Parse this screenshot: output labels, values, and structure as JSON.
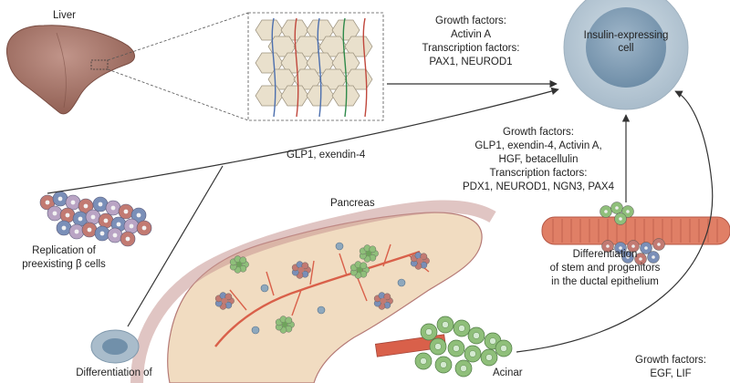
{
  "liver": {
    "label": "Liver"
  },
  "target_cell": {
    "label": "Insulin-expressing cell"
  },
  "hepatic_factors": {
    "growth_heading": "Growth factors:",
    "growth_items": "Activin A",
    "transcription_heading": "Transcription factors:",
    "transcription_items": "PAX1, NEUROD1"
  },
  "glp1_label": "GLP1, exendin-4",
  "ductal_factors": {
    "growth_heading": "Growth factors:",
    "growth_line1": "GLP1, exendin-4, Activin A,",
    "growth_line2": "HGF, betacellulin",
    "transcription_heading": "Transcription factors:",
    "transcription_items": "PDX1, NEUROD1, NGN3, PAX4"
  },
  "pancreas": {
    "label": "Pancreas"
  },
  "replication": {
    "line1": "Replication of",
    "line2": "preexisting β cells"
  },
  "ductal_diff": {
    "line1": "Differentiation",
    "line2": "of stem and progenitors",
    "line3": "in the ductal epithelium"
  },
  "other_diff": {
    "line1": "Differentiation of"
  },
  "acinar": {
    "label": "Acinar"
  },
  "acinar_factors": {
    "growth_heading": "Growth factors:",
    "growth_items": "EGF, LIF"
  },
  "colors": {
    "liver": "#a9786a",
    "pancreas": "#f1dcc1",
    "pancreas_rim": "#b57a76",
    "duct": "#d9604a",
    "cell_outer": "#bfcfda",
    "cell_inner": "#8ea8bd",
    "islet_blue": "#7a8fb8",
    "islet_red": "#c27a72",
    "acinar_green": "#8fbf7a",
    "hepatocyte": "#e9e0cc",
    "arrow": "#333333"
  }
}
